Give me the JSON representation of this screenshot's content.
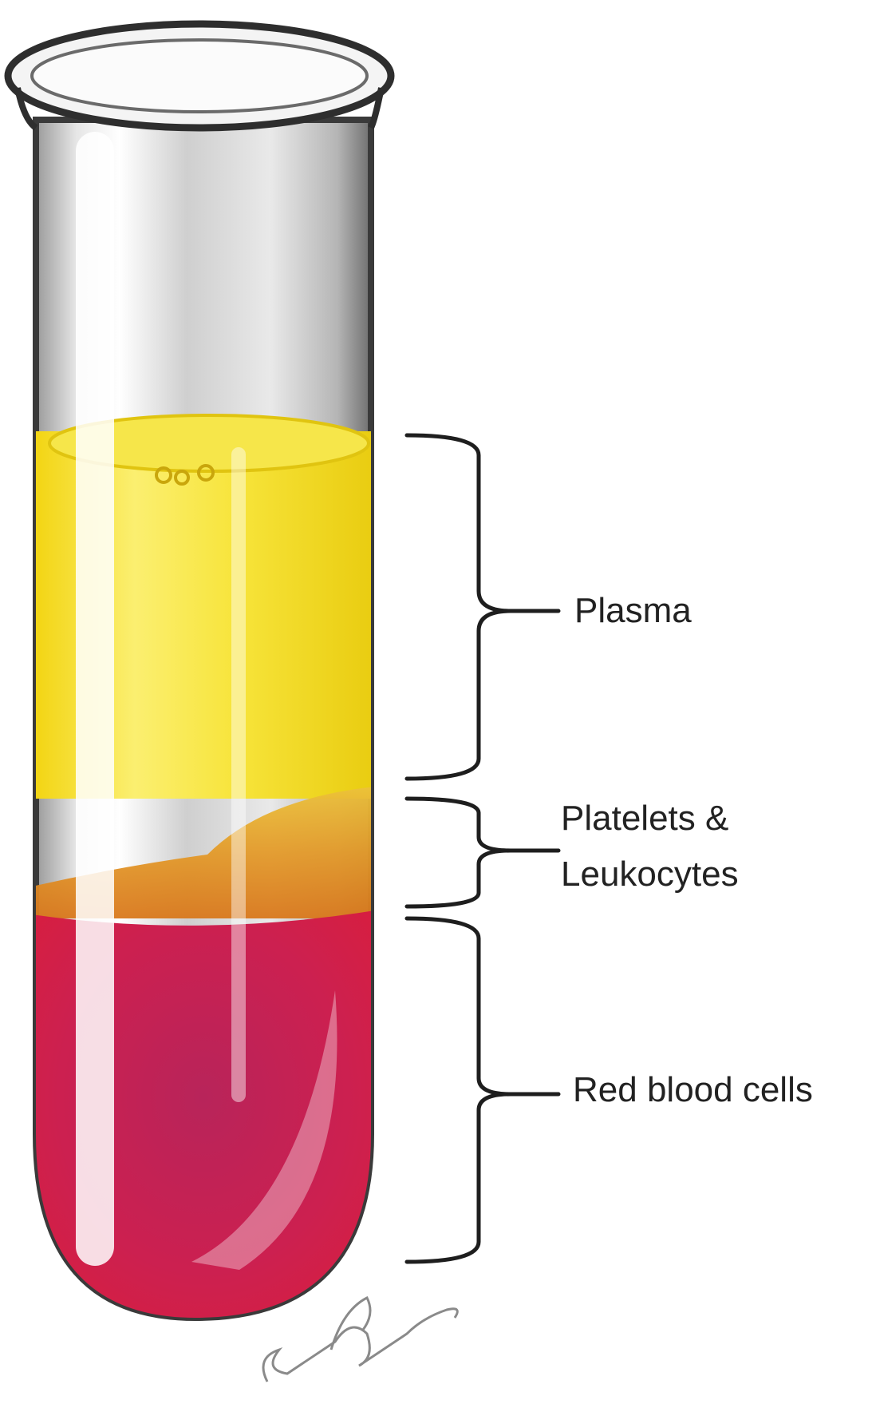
{
  "diagram": {
    "layers": [
      {
        "id": "plasma",
        "lines": [
          "Plasma"
        ],
        "color": "#f7e21a"
      },
      {
        "id": "platelets",
        "lines": [
          "Platelets &",
          "Leukocytes"
        ],
        "color": "#e08a1e"
      },
      {
        "id": "rbc",
        "lines": [
          "Red blood cells"
        ],
        "color": "#c81e4a"
      }
    ],
    "signature": "Edwin Cho"
  }
}
